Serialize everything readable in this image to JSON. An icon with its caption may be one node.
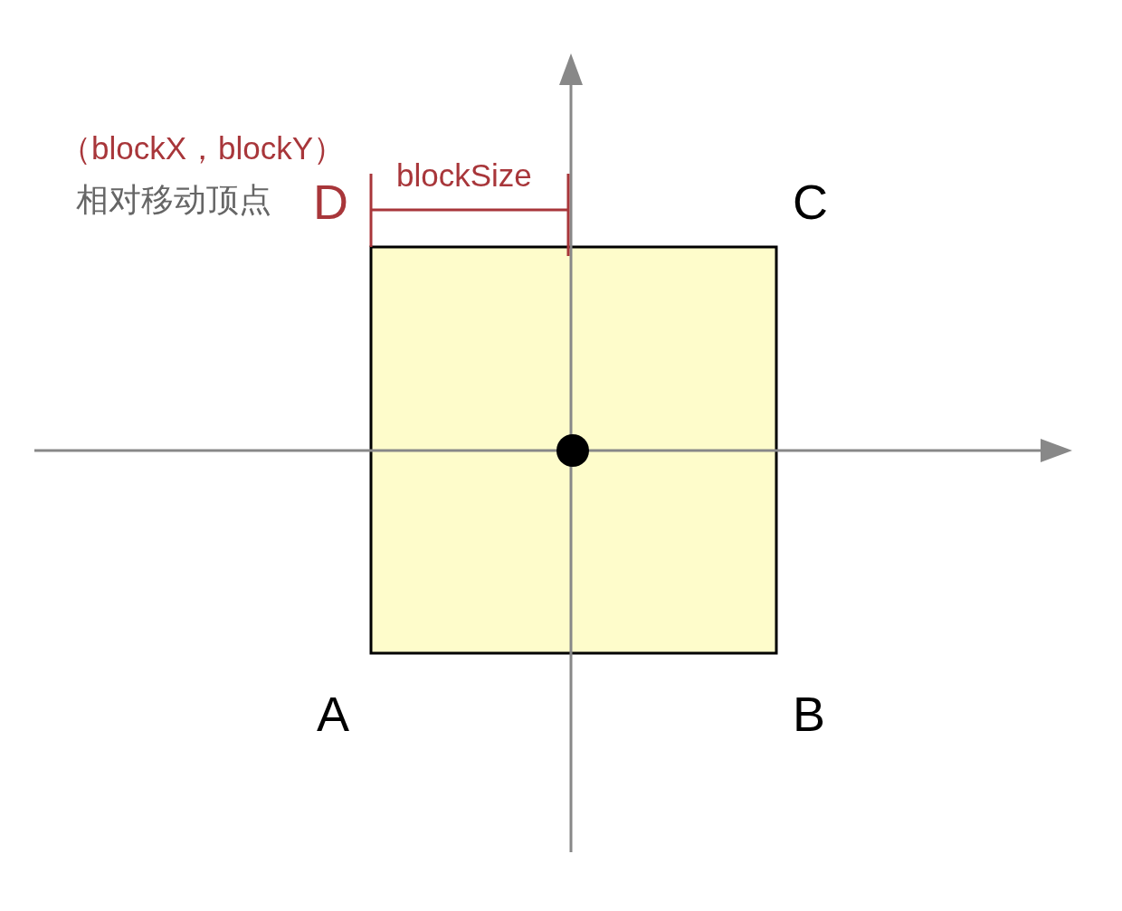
{
  "diagram": {
    "labels": [
      "（blockX，blockY）",
      "blockSize",
      "相对移动顶点",
      "D",
      "C",
      "A",
      "B"
    ]
  }
}
